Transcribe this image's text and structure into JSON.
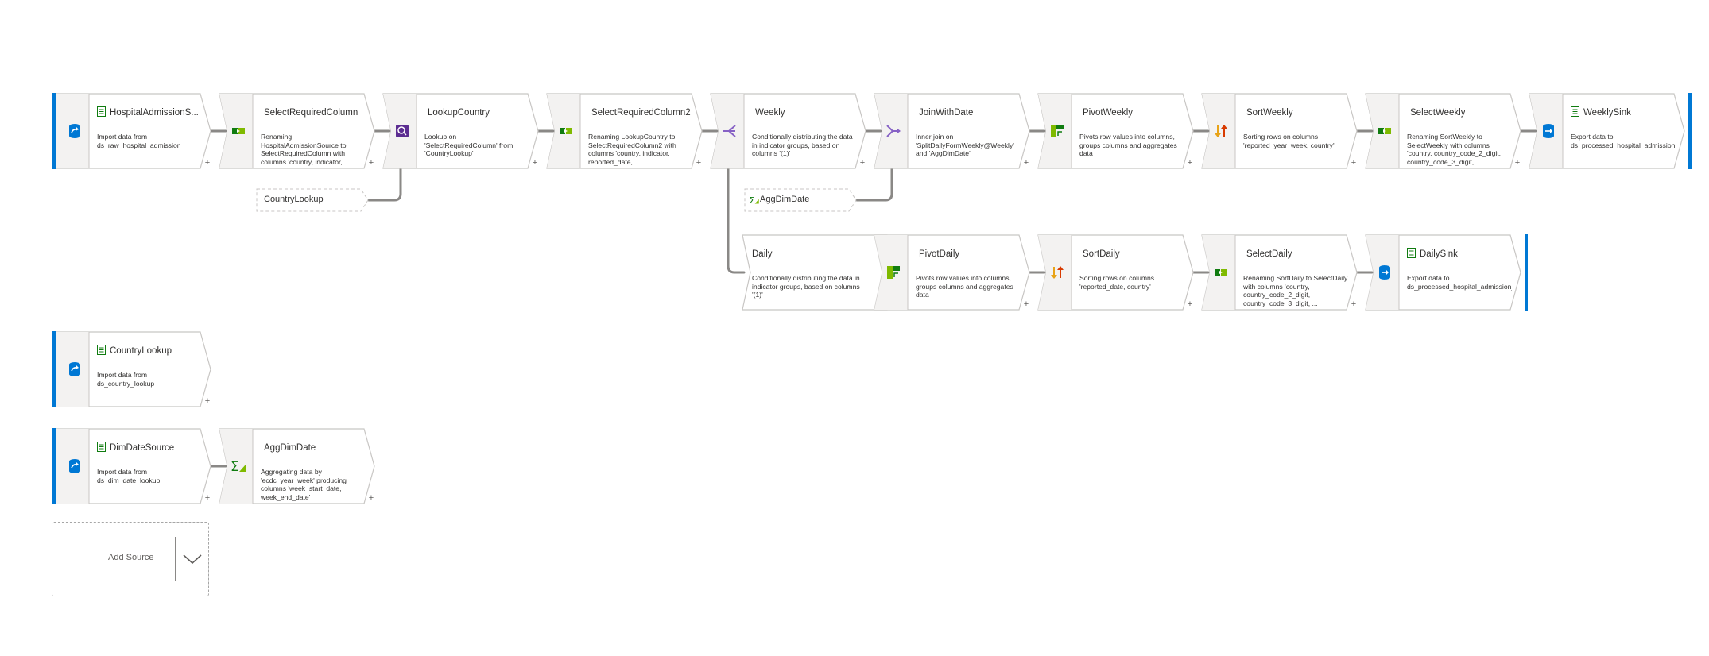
{
  "colors": {
    "accent": "#0078d4",
    "wire": "#8a8886",
    "node_border": "#c8c6c4",
    "icon_strip": "#f3f2f1"
  },
  "nodes": {
    "hospital_admission_source": {
      "title": "HospitalAdmissionS...",
      "desc": "Import data from ds_raw_hospital_admission",
      "icon": "source-icon"
    },
    "select_required_column": {
      "title": "SelectRequiredColumn",
      "desc": "Renaming HospitalAdmissionSource to SelectRequiredColumn with columns 'country, indicator, ...",
      "icon": "select-icon"
    },
    "lookup_country": {
      "title": "LookupCountry",
      "desc": "Lookup on 'SelectRequiredColumn' from 'CountryLookup'",
      "icon": "lookup-icon"
    },
    "select_required_column2": {
      "title": "SelectRequiredColumn2",
      "desc": "Renaming LookupCountry to SelectRequiredColumn2 with columns 'country, indicator, reported_date, ...",
      "icon": "select-icon"
    },
    "weekly": {
      "title": "Weekly",
      "desc": "Conditionally distributing the data in indicator groups, based on columns '(1)'",
      "icon": "split-icon"
    },
    "join_with_date": {
      "title": "JoinWithDate",
      "desc": "Inner join on 'SplitDailyFormWeekly@Weekly' and 'AggDimDate'",
      "icon": "join-icon"
    },
    "pivot_weekly": {
      "title": "PivotWeekly",
      "desc": "Pivots row values into columns, groups columns and aggregates data",
      "icon": "pivot-icon"
    },
    "sort_weekly": {
      "title": "SortWeekly",
      "desc": "Sorting rows on columns 'reported_year_week, country'",
      "icon": "sort-icon"
    },
    "select_weekly": {
      "title": "SelectWeekly",
      "desc": "Renaming SortWeekly to SelectWeekly with columns 'country, country_code_2_digit, country_code_3_digit, ...",
      "icon": "select-icon"
    },
    "weekly_sink": {
      "title": "WeeklySink",
      "desc": "Export data to ds_processed_hospital_admission_weekly",
      "icon": "sink-icon"
    },
    "daily": {
      "title": "Daily",
      "desc": "Conditionally distributing the data in indicator groups, based on columns '(1)'",
      "icon": "split-icon"
    },
    "pivot_daily": {
      "title": "PivotDaily",
      "desc": "Pivots row values into columns, groups columns and aggregates data",
      "icon": "pivot-icon"
    },
    "sort_daily": {
      "title": "SortDaily",
      "desc": "Sorting rows on columns 'reported_date, country'",
      "icon": "sort-icon"
    },
    "select_daily": {
      "title": "SelectDaily",
      "desc": "Renaming SortDaily to SelectDaily with columns 'country, country_code_2_digit, country_code_3_digit, ...",
      "icon": "select-icon"
    },
    "daily_sink": {
      "title": "DailySink",
      "desc": "Export data to ds_processed_hospital_admission_daily",
      "icon": "sink-icon"
    },
    "country_lookup": {
      "title": "CountryLookup",
      "desc": "Import data from ds_country_lookup",
      "icon": "source-icon"
    },
    "dim_date_source": {
      "title": "DimDateSource",
      "desc": "Import data from ds_dim_date_lookup",
      "icon": "source-icon"
    },
    "agg_dim_date": {
      "title": "AggDimDate",
      "desc": "Aggregating data by 'ecdc_year_week' producing columns 'week_start_date, week_end_date'",
      "icon": "aggregate-icon"
    }
  },
  "ghosts": {
    "country_lookup_ref": "CountryLookup",
    "agg_dim_date_ref": "AggDimDate"
  },
  "add_source": {
    "label": "Add Source"
  },
  "plus_symbol": "+"
}
